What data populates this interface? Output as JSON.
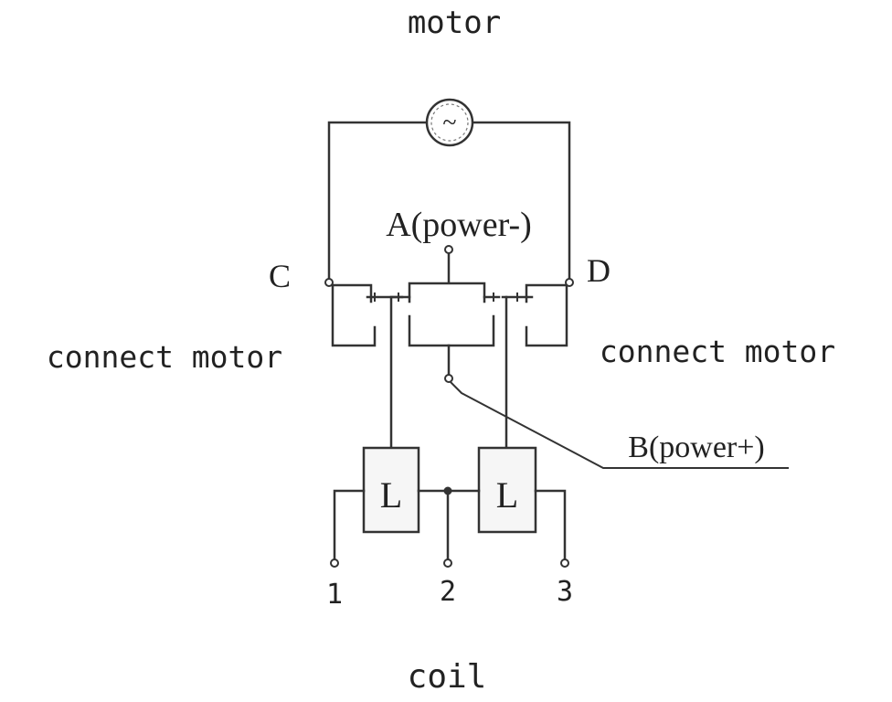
{
  "colors": {
    "background": "#ffffff",
    "line": "#333333",
    "text": "#222222",
    "coil_fill": "#f6f6f6"
  },
  "labels": {
    "motor": "motor",
    "motor_symbol": "~",
    "terminal_a": "A(power-)",
    "terminal_b": "B(power+)",
    "terminal_c": "C",
    "terminal_d": "D",
    "connect_motor_left": "connect motor",
    "connect_motor_right": "connect motor",
    "coil_left": "L",
    "coil_right": "L",
    "pin_1": "1",
    "pin_2": "2",
    "pin_3": "3",
    "coil": "coil"
  }
}
